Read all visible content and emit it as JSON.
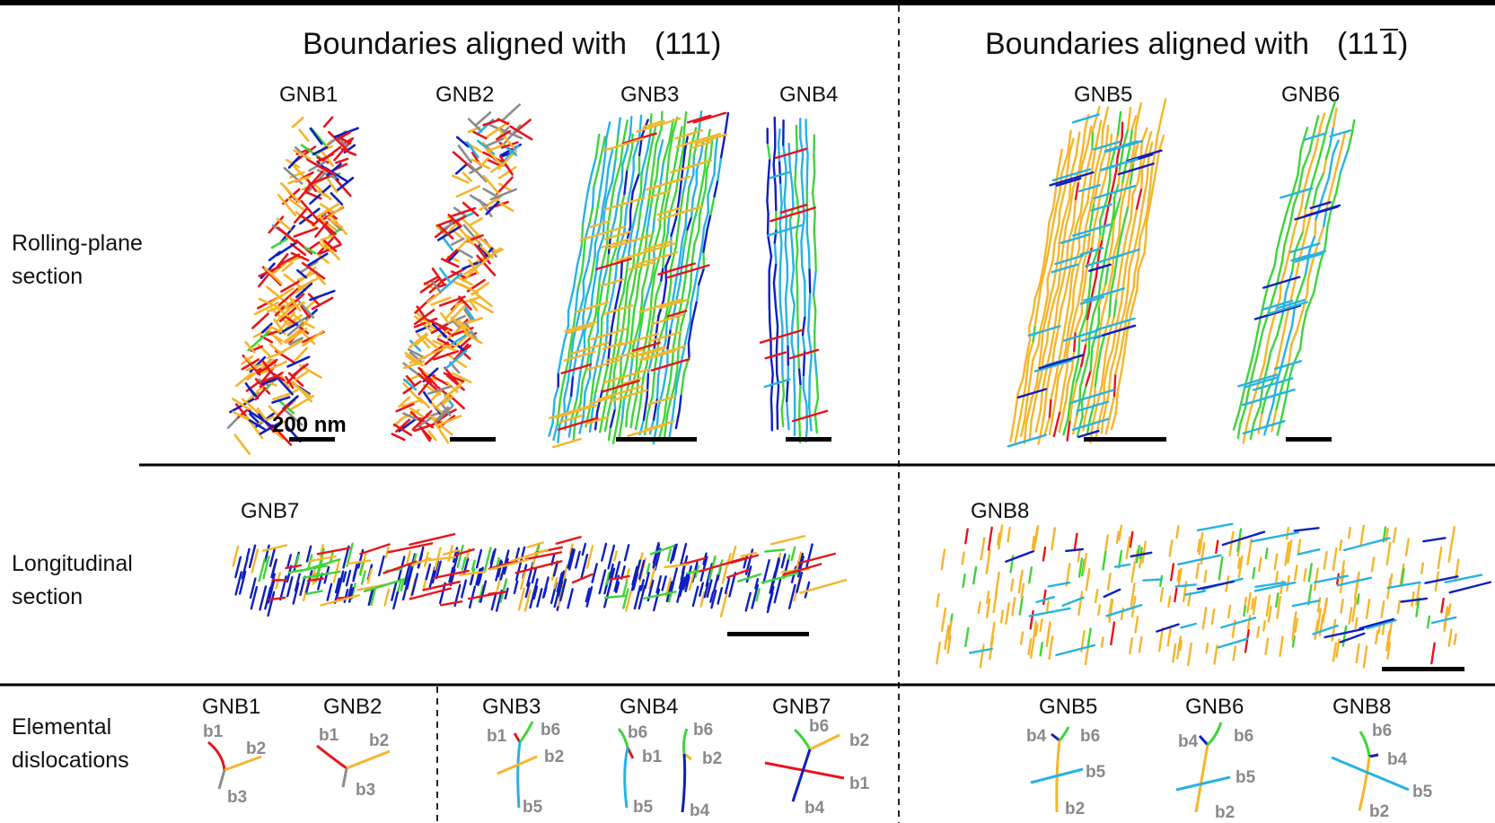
{
  "headers": {
    "left_prefix": "Boundaries aligned with",
    "left_plane": "(111)",
    "right_prefix": "Boundaries aligned with",
    "right_plane_open": "(11",
    "right_plane_bar": "1",
    "right_plane_close": ")"
  },
  "rows": {
    "rolling": [
      "Rolling-plane",
      "section"
    ],
    "longitudinal": [
      "Longitudinal",
      "section"
    ],
    "elemental": [
      "Elemental",
      "dislocations"
    ]
  },
  "scale_bar_label": "200 nm",
  "panels": {
    "gnb1": "GNB1",
    "gnb2": "GNB2",
    "gnb3": "GNB3",
    "gnb4": "GNB4",
    "gnb5": "GNB5",
    "gnb6": "GNB6",
    "gnb7": "GNB7",
    "gnb8": "GNB8"
  },
  "elemental": {
    "gnb1": {
      "title": "GNB1",
      "labels": [
        "b1",
        "b2",
        "b3"
      ]
    },
    "gnb2": {
      "title": "GNB2",
      "labels": [
        "b1",
        "b2",
        "b3"
      ]
    },
    "gnb3": {
      "title": "GNB3",
      "labels": [
        "b1",
        "b6",
        "b2",
        "b5"
      ]
    },
    "gnb4": {
      "title": "GNB4",
      "labels": [
        "b6",
        "b1",
        "b5",
        "b6",
        "b2",
        "b4"
      ]
    },
    "gnb7": {
      "title": "GNB7",
      "labels": [
        "b6",
        "b2",
        "b1",
        "b4"
      ]
    },
    "gnb5": {
      "title": "GNB5",
      "labels": [
        "b4",
        "b6",
        "b5",
        "b2"
      ]
    },
    "gnb6": {
      "title": "GNB6",
      "labels": [
        "b4",
        "b6",
        "b5",
        "b2"
      ]
    },
    "gnb8": {
      "title": "GNB8",
      "labels": [
        "b6",
        "b4",
        "b5",
        "b2"
      ]
    }
  },
  "colors": {
    "b1_red": "#e8141b",
    "b2_yellow": "#f6b52a",
    "b3_gray": "#8c8c8c",
    "b4_blue": "#0f1fbe",
    "b5_cyan": "#27b2e4",
    "b6_green": "#3fd43a",
    "label_gray": "#8a8a8a"
  }
}
